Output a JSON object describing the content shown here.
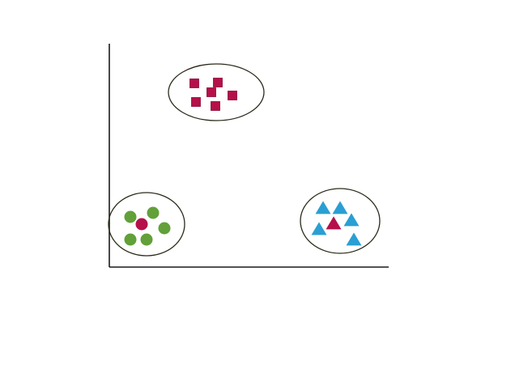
{
  "colors": {
    "background": "#ffffff",
    "axis": "#1a1a1a",
    "cluster_outline": "#2a2a1a",
    "crimson": "#b5104a",
    "green": "#62a03a",
    "blue": "#2a9fd3"
  },
  "diagram": {
    "axes": {
      "x_axis": true,
      "y_axis": true
    },
    "clusters": [
      {
        "id": "top",
        "members": [
          {
            "shape": "square",
            "color": "crimson"
          },
          {
            "shape": "square",
            "color": "crimson"
          },
          {
            "shape": "square",
            "color": "crimson"
          },
          {
            "shape": "square",
            "color": "crimson"
          },
          {
            "shape": "square",
            "color": "crimson"
          },
          {
            "shape": "square",
            "color": "crimson"
          }
        ]
      },
      {
        "id": "bottom-left",
        "members": [
          {
            "shape": "circle",
            "color": "green"
          },
          {
            "shape": "circle",
            "color": "green"
          },
          {
            "shape": "circle",
            "color": "crimson"
          },
          {
            "shape": "circle",
            "color": "green"
          },
          {
            "shape": "circle",
            "color": "green"
          },
          {
            "shape": "circle",
            "color": "green"
          }
        ]
      },
      {
        "id": "bottom-right",
        "members": [
          {
            "shape": "triangle",
            "color": "blue"
          },
          {
            "shape": "triangle",
            "color": "blue"
          },
          {
            "shape": "triangle",
            "color": "blue"
          },
          {
            "shape": "triangle",
            "color": "crimson"
          },
          {
            "shape": "triangle",
            "color": "blue"
          },
          {
            "shape": "triangle",
            "color": "blue"
          }
        ]
      }
    ]
  }
}
